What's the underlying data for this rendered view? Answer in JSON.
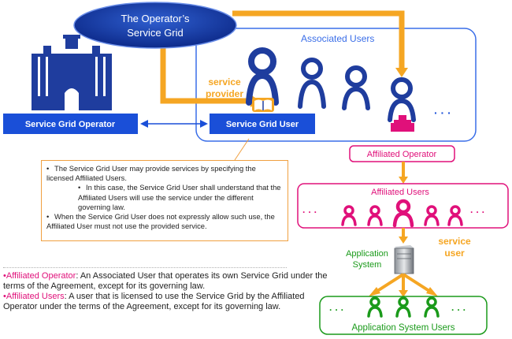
{
  "title": {
    "line1": "The Operator’s",
    "line2": "Service Grid"
  },
  "labels": {
    "associated_users": "Associated Users",
    "service_provider_1": "service",
    "service_provider_2": "provider",
    "service_grid_operator": "Service Grid Operator",
    "service_grid_user": "Service Grid User",
    "ellipsis_top": "· · ·",
    "affiliated_operator": "Affiliated Operator",
    "affiliated_users": "Affiliated Users",
    "dots_left": "· · ·",
    "dots_right": "· · ·",
    "application_system_1": "Application",
    "application_system_2": "System",
    "service_user_1": "service",
    "service_user_2": "user",
    "application_system_users": "Application System Users",
    "dots_bottom_left": "· · ·",
    "dots_bottom_right": "· · ·"
  },
  "note": {
    "item1": "The Service Grid User may provide services by specifying the licensed Affiliated Users.",
    "item1_sub": "In this case, the Service Grid User shall understand that the Affiliated Users will use the service under the different governing law.",
    "item2": "When the Service Grid User does not expressly allow such use, the Affiliated User must not use the provided service."
  },
  "definitions": {
    "term1": "Affiliated Operator",
    "def1": ": An Associated User that operates its own Service Grid under the terms of the Agreement, except for its governing law.",
    "term2": "Affiliated Users",
    "def2": ": A user that is licensed to use the Service Grid by the Affiliated Operator under the terms of the Agreement, except for its governing law."
  },
  "colors": {
    "navy": "#1f3d9e",
    "blue_box": "#1a4fd8",
    "orange": "#f5a623",
    "pink": "#e0107a",
    "green": "#1a9a1a"
  }
}
